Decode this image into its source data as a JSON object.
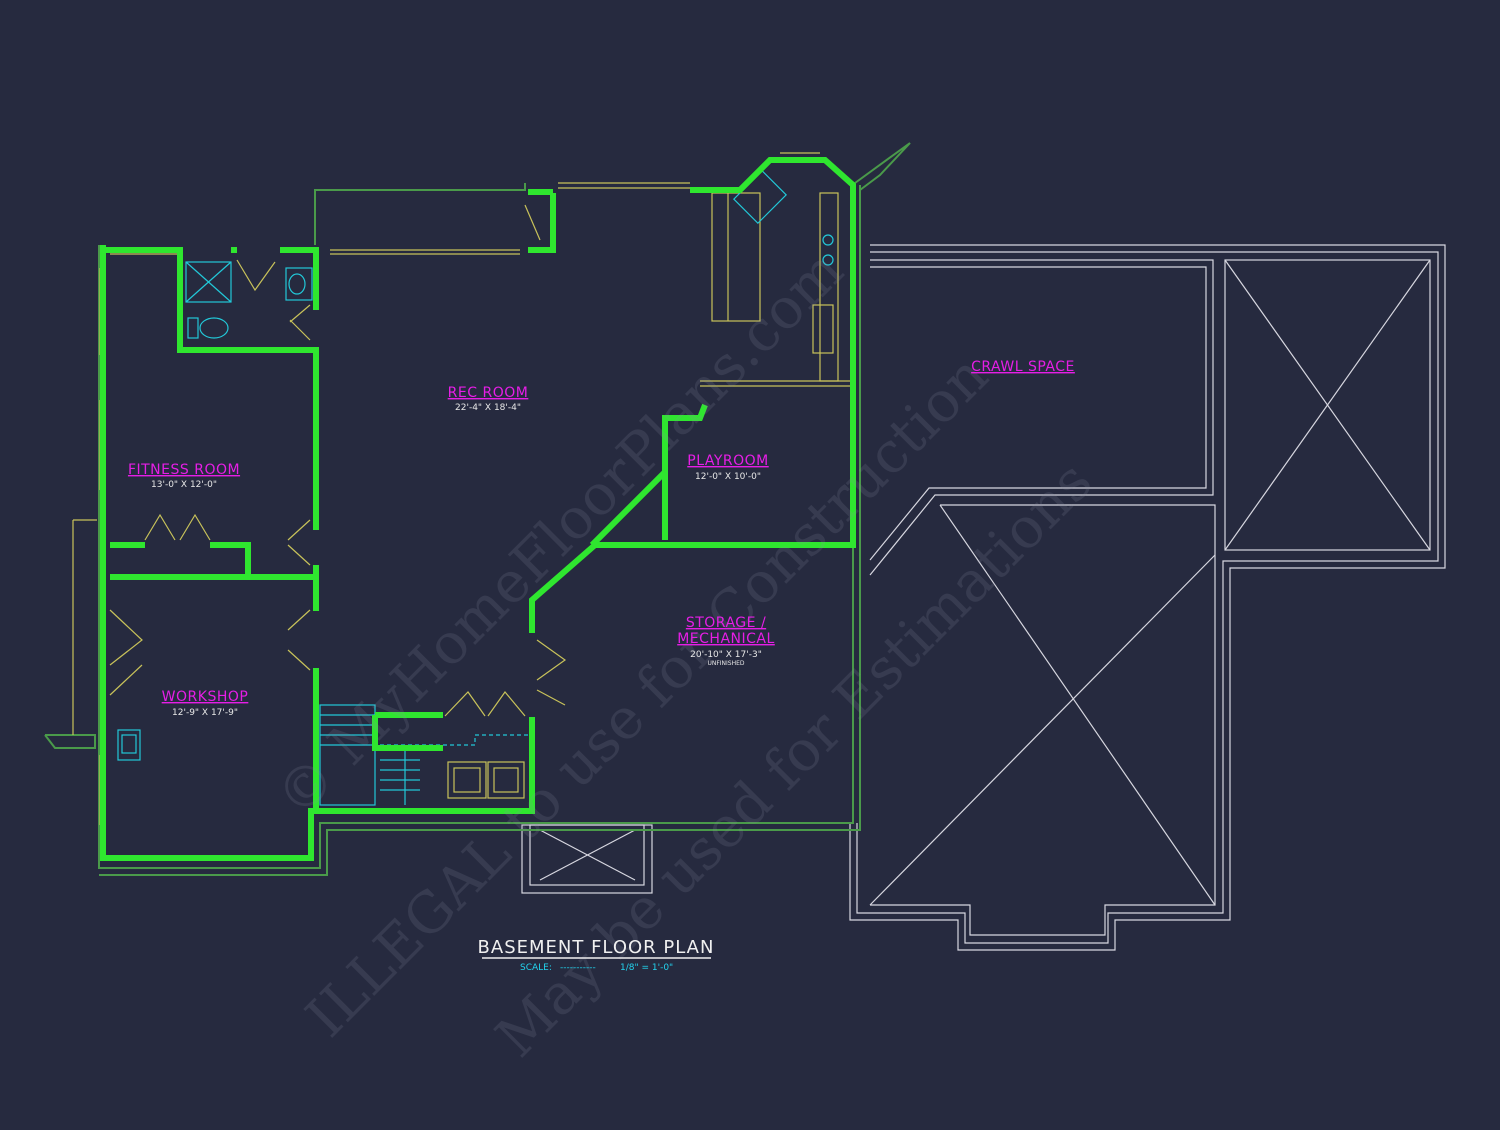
{
  "plan": {
    "title": "BASEMENT FLOOR PLAN",
    "scale_label": "SCALE:",
    "scale_dashes": "-----------",
    "scale_value": "1/8\" = 1'-0\""
  },
  "rooms": {
    "rec_room": {
      "name": "REC ROOM",
      "dims": "22'-4\" X 18'-4\""
    },
    "fitness_room": {
      "name": "FITNESS ROOM",
      "dims": "13'-0\" X 12'-0\""
    },
    "playroom": {
      "name": "PLAYROOM",
      "dims": "12'-0\" X 10'-0\""
    },
    "storage": {
      "name_line1": "STORAGE /",
      "name_line2": "MECHANICAL",
      "dims": "20'-10\" X 17'-3\"",
      "note": "UNFINISHED"
    },
    "workshop": {
      "name": "WORKSHOP",
      "dims": "12'-9\" X 17'-9\""
    },
    "crawl_space": {
      "name": "CRAWL SPACE"
    }
  },
  "watermark": {
    "line1": "© MyHomeFloorPlans.com",
    "line2": "ILLEGAL to use for Construction",
    "line3": "May be used for Estimations"
  },
  "colors": {
    "background": "#262a3f",
    "walls": "#2fe62f",
    "room_labels": "#e61ee6",
    "fixtures": "#22c8d8",
    "windows": "#c8c25a",
    "foundation": "#d7d7e0"
  }
}
